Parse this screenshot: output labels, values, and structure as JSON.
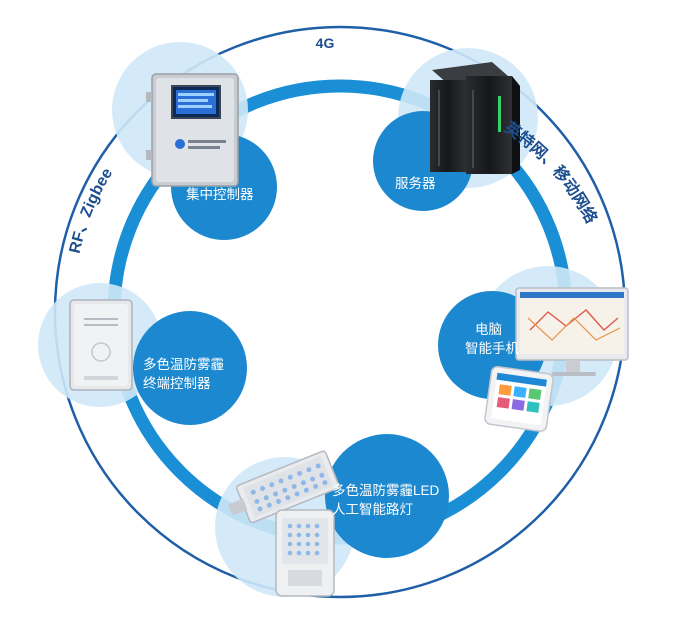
{
  "links": {
    "top": "4G",
    "left": "RF、Zigbee",
    "right": "英特网、移动网络"
  },
  "nodes": {
    "concentrator": {
      "label": "集中控制器"
    },
    "server": {
      "label": "服务器"
    },
    "pc_phone": {
      "line1": "电脑",
      "line2": "智能手机"
    },
    "terminal": {
      "line1": "多色温防雾霾",
      "line2": "终端控制器"
    },
    "streetlight": {
      "line1": "多色温防雾霾LED",
      "line2": "人工智能路灯"
    }
  },
  "colors": {
    "ring": "#1a8fd6",
    "outer_ring": "#1f5fa8",
    "halo": "#cfe8f7",
    "node": "#1b88cf",
    "text_dark": "#1d4f8f"
  }
}
